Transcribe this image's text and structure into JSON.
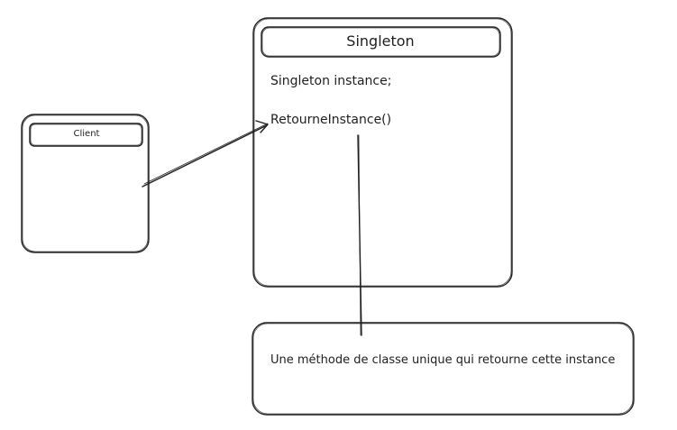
{
  "singleton": {
    "title": "Singleton",
    "attribute": "Singleton instance;",
    "method": "RetourneInstance()"
  },
  "client": {
    "title": "Client"
  },
  "note": {
    "text": "Une méthode de classe unique qui retourne cette instance"
  },
  "colors": {
    "stroke": "#1e1e1e",
    "background": "#ffffff"
  }
}
